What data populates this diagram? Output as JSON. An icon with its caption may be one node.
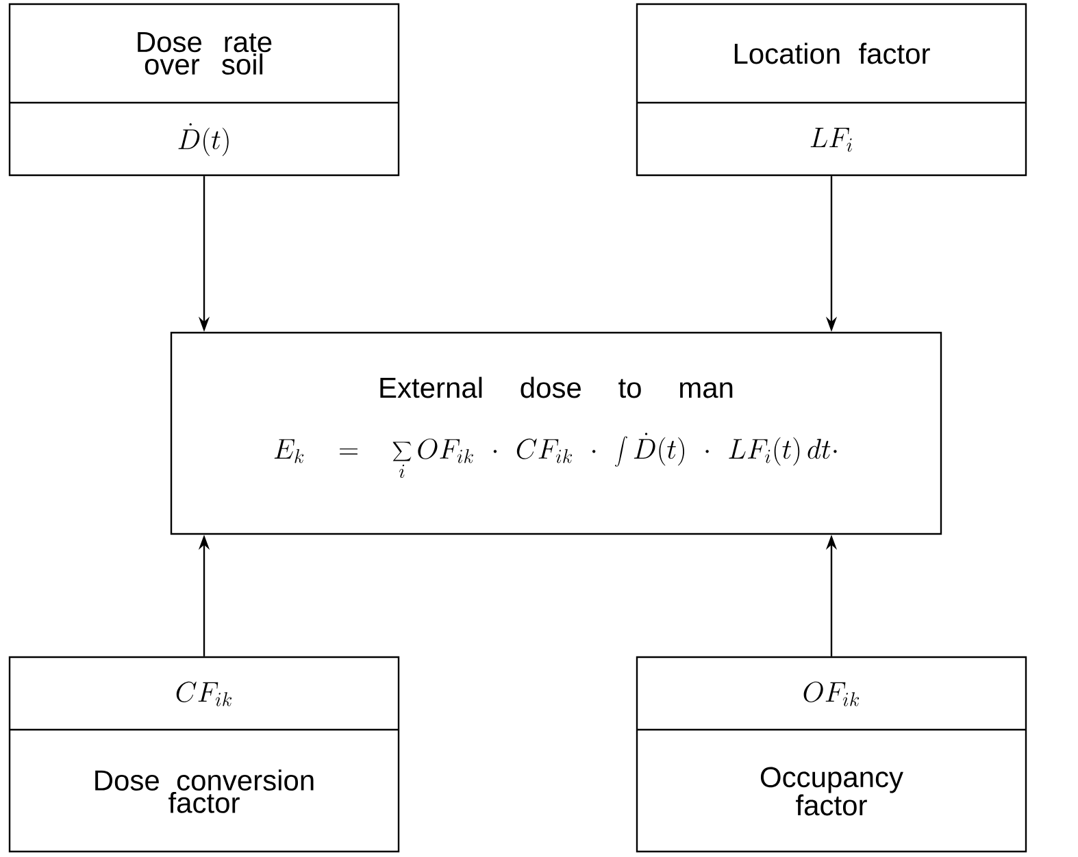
{
  "diagram": {
    "nodes": [
      {
        "text": [
          "Dose rate over soil",
          "\\dot{D}(t)"
        ]
      },
      {
        "text": [
          "Location factor",
          "LF_{i}"
        ]
      },
      {
        "text": [
          "External dose to man",
          "E_{k} = \\sum_{i} OF_{ik} \\cdot CF_{ik} \\cdot \\int \\dot{D}(t) \\cdot LF_{i}(t)\\,dt \\cdot"
        ]
      },
      {
        "text": [
          "CF_{ik}",
          "Dose conversion factor"
        ]
      },
      {
        "text": [
          "OF_{ik}",
          "Occupancy factor"
        ]
      }
    ],
    "edges": [
      {
        "from": 0,
        "to": 2,
        "arrow": "to"
      },
      {
        "from": 1,
        "to": 2,
        "arrow": "to"
      },
      {
        "from": 3,
        "to": 2,
        "arrow": "to"
      },
      {
        "from": 4,
        "to": 2,
        "arrow": "to"
      }
    ]
  }
}
